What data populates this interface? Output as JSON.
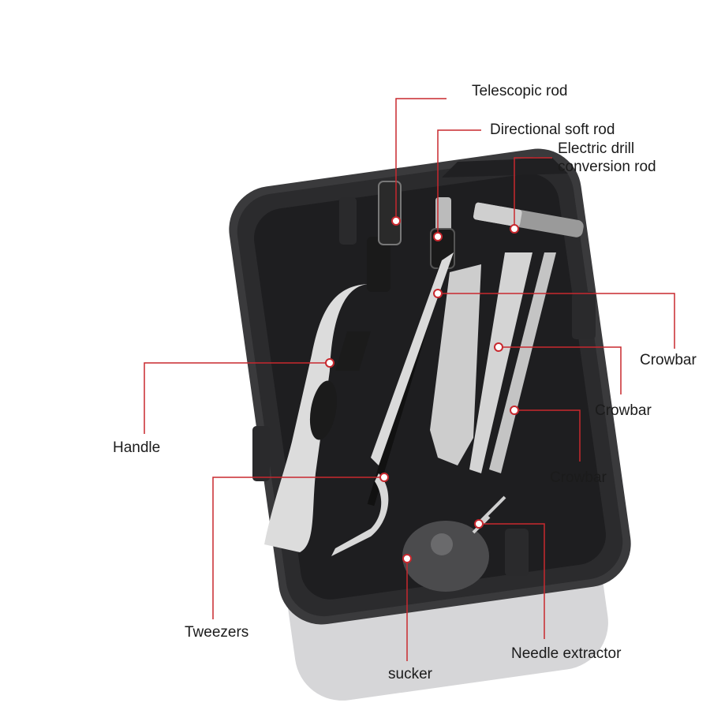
{
  "diagram": {
    "colors": {
      "leader": "#c8282e",
      "case": "#2a2a2c",
      "tray": "#1f1f21",
      "plastic": "#cfcfcf"
    },
    "labels": {
      "telescopic_rod": "Telescopic rod",
      "directional_soft_rod": "Directional soft rod",
      "electric_drill_line1": "Electric drill",
      "electric_drill_line2": "conversion rod",
      "crowbar_1": "Crowbar",
      "crowbar_2": "Crowbar",
      "crowbar_3": "Crowbar",
      "handle": "Handle",
      "tweezers": "Tweezers",
      "sucker": "sucker",
      "needle_extractor": "Needle extractor"
    }
  }
}
